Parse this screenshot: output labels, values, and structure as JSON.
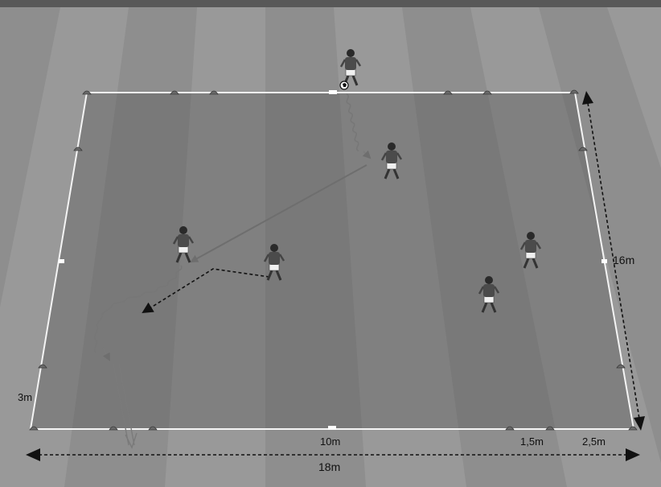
{
  "measurements": {
    "field_length": "18m",
    "field_width": "16m",
    "left_zone": "3m",
    "center_mark": "10m",
    "zone_a": "1,5m",
    "zone_b": "2,5m"
  },
  "colors": {
    "sky_bar": "#585858",
    "grass_light": "#a3a3a3",
    "grass_dark": "#8c8c8c",
    "area_overlay": "#5a5a5a",
    "boundary_line": "#f4f4f4",
    "cone": "#6a6a6a",
    "player_shirt": "#4b4b4b",
    "player_shorts": "#f0f0f0",
    "arrow_solid": "#6e6e6e",
    "arrow_dashed": "#111111"
  },
  "icons": {
    "cone": "cone-marker-icon",
    "player": "player-figure-icon",
    "ball": "soccer-ball-icon"
  }
}
